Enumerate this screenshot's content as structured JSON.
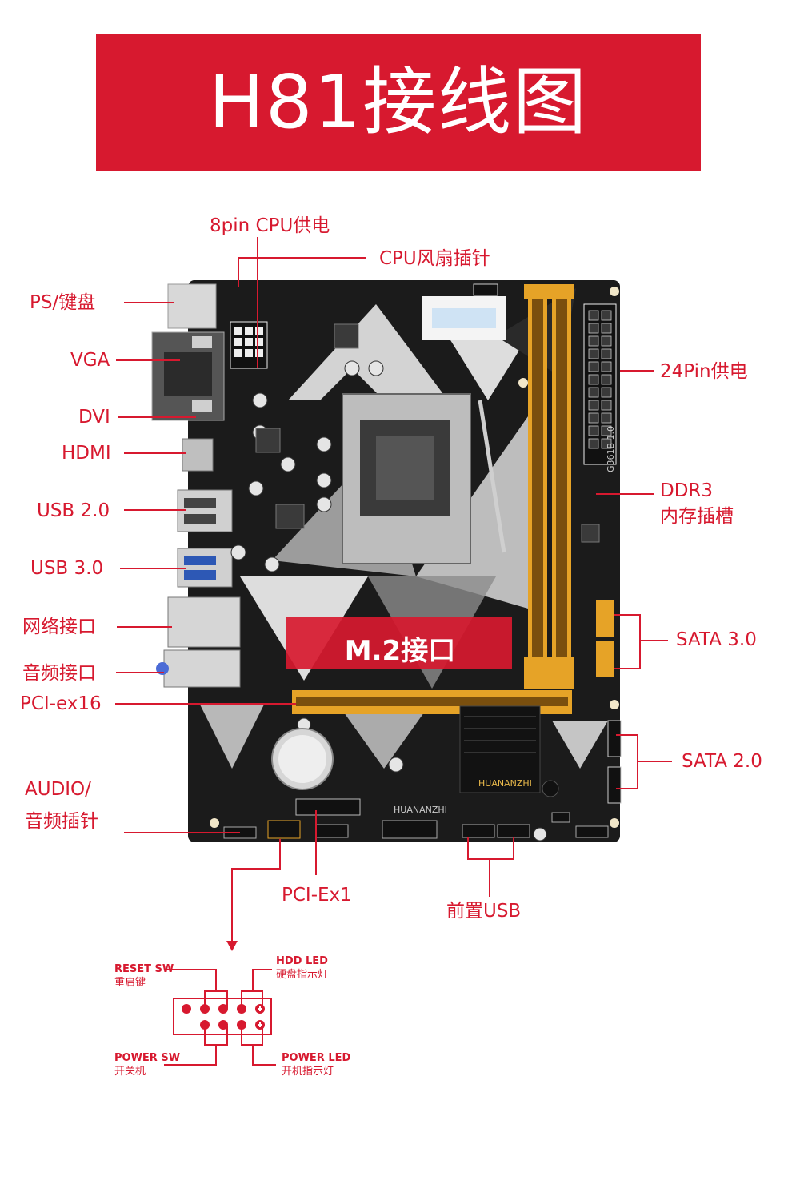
{
  "title": "H81接线图",
  "labels": {
    "cpu_8pin": "8pin CPU供电",
    "cpu_fan": "CPU风扇插针",
    "ps_keyboard": "PS/键盘",
    "vga": "VGA",
    "dvi": "DVI",
    "hdmi": "HDMI",
    "usb2": "USB 2.0",
    "usb3": "USB 3.0",
    "network": "网络接口",
    "audio_port": "音频接口",
    "pcie16": "PCI-ex16",
    "audio_header_1": "AUDIO/",
    "audio_header_2": "音频插针",
    "power_24pin": "24Pin供电",
    "ddr3_1": "DDR3",
    "ddr3_2": "内存插槽",
    "sata3": "SATA 3.0",
    "sata2": "SATA 2.0",
    "pcie1": "PCI-Ex1",
    "front_usb": "前置USB",
    "m2": "M.2接口"
  },
  "board_text": {
    "brand_chip": "HUANANZHI",
    "brand_logo": "HUANANZHI",
    "model": "G361B 1.0"
  },
  "panel": {
    "reset_en": "RESET SW",
    "reset_cn": "重启键",
    "hdd_en": "HDD LED",
    "hdd_cn": "硬盘指示灯",
    "power_sw_en": "POWER  SW",
    "power_sw_cn": "开关机",
    "power_led_en": "POWER  LED",
    "power_led_cn": "开机指示灯"
  },
  "colors": {
    "accent": "#d7192f",
    "board": "#1a1a1a",
    "dimm_slot": "#e6a327",
    "pcie_slot": "#e6a327"
  }
}
